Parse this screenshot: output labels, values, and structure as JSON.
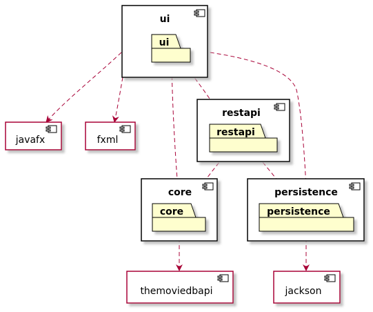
{
  "colors": {
    "arrow": "#A80036",
    "package_fill": "#FEFECE",
    "external_border": "#A80036",
    "component_border": "#000000",
    "shadow": "#c8c8c8"
  },
  "components": {
    "ui": {
      "title": "ui",
      "package": "ui"
    },
    "restapi": {
      "title": "restapi",
      "package": "restapi"
    },
    "core": {
      "title": "core",
      "package": "core"
    },
    "persistence": {
      "title": "persistence",
      "package": "persistence"
    }
  },
  "externals": {
    "javafx": "javafx",
    "fxml": "fxml",
    "themoviedbapi": "themoviedbapi",
    "jackson": "jackson"
  },
  "dependencies": [
    {
      "from": "ui",
      "to": "javafx"
    },
    {
      "from": "ui",
      "to": "fxml"
    },
    {
      "from": "ui",
      "to": "core"
    },
    {
      "from": "ui",
      "to": "restapi"
    },
    {
      "from": "ui",
      "to": "persistence"
    },
    {
      "from": "restapi",
      "to": "core"
    },
    {
      "from": "restapi",
      "to": "persistence"
    },
    {
      "from": "core",
      "to": "themoviedbapi"
    },
    {
      "from": "persistence",
      "to": "jackson"
    }
  ]
}
